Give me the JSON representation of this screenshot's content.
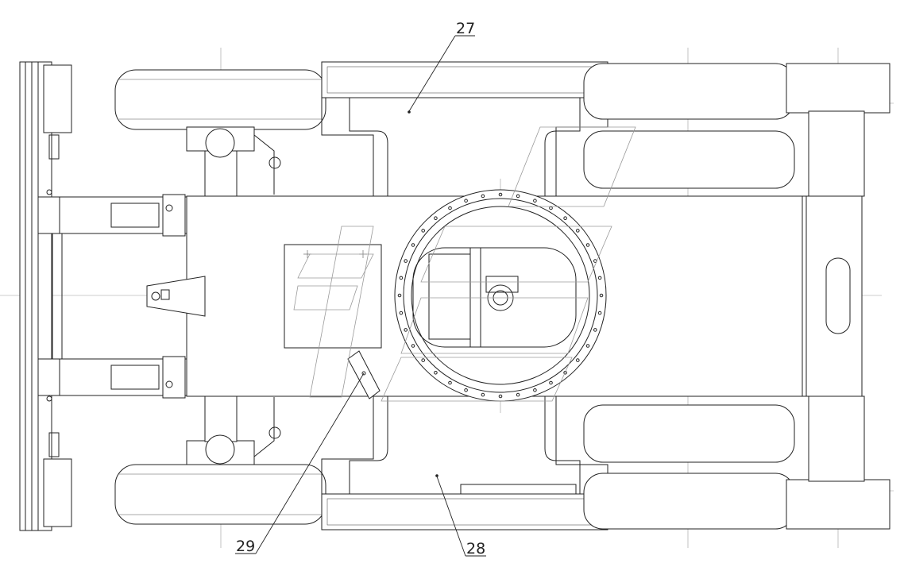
{
  "callouts": [
    {
      "id": "c27",
      "label": "27"
    },
    {
      "id": "c28",
      "label": "28"
    },
    {
      "id": "c29",
      "label": "29"
    }
  ],
  "colors": {
    "line": "#222222",
    "center_line": "#9a9a9a",
    "background": "#ffffff"
  }
}
